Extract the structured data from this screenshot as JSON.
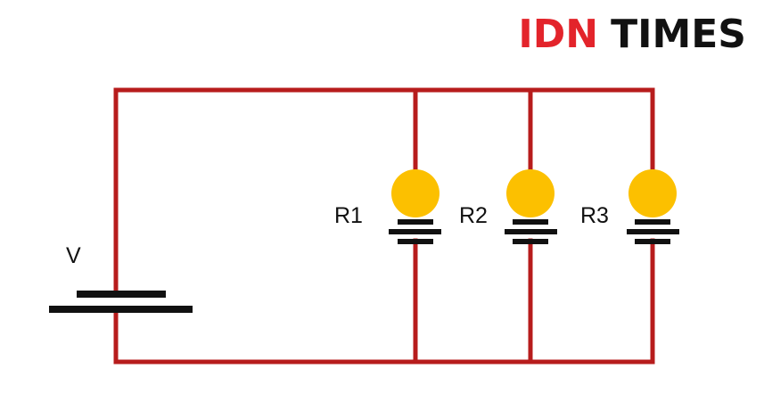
{
  "logo": {
    "part1": "IDN",
    "part2": "TIMES",
    "part1_color": "#e3242b",
    "part2_color": "#111111"
  },
  "diagram": {
    "wire_color": "#b71c1c",
    "bulb_color": "#fcc000",
    "battery_label": "V",
    "bulbs": [
      {
        "label": "R1"
      },
      {
        "label": "R2"
      },
      {
        "label": "R3"
      }
    ]
  }
}
